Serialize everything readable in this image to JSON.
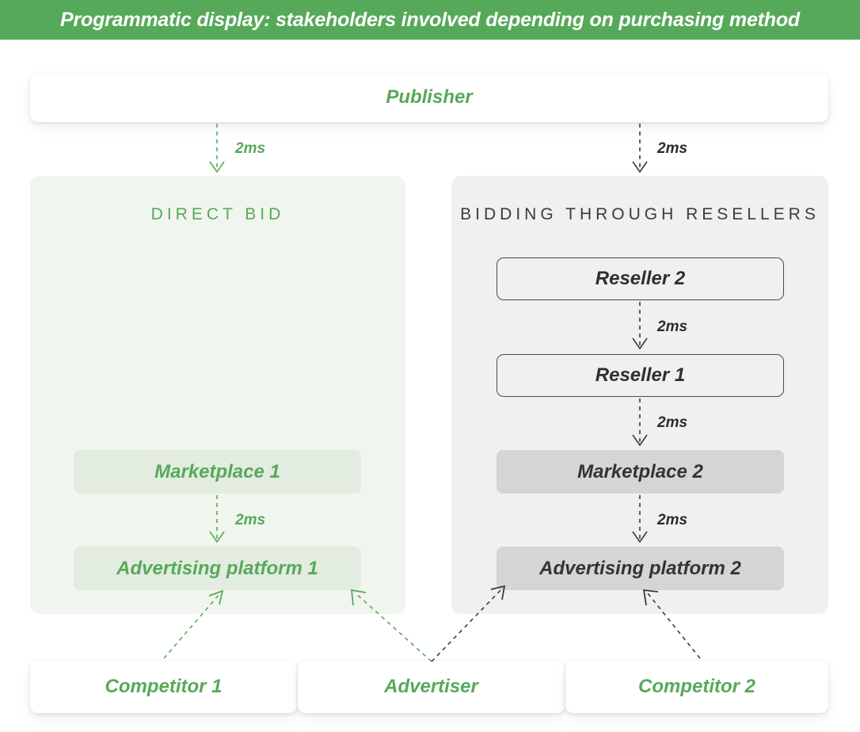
{
  "header": {
    "title": "Programmatic display: stakeholders involved depending on purchasing method",
    "background_color": "#57a95a",
    "text_color": "#ffffff"
  },
  "colors": {
    "green_accent": "#57a95a",
    "panel_left_bg": "#f0f5ee",
    "panel_right_bg": "#f0f0f0",
    "node_green_bg": "#e3ece0",
    "node_gray_bg": "#d5d5d5",
    "dark_text": "#2f2f2f",
    "page_bg": "#ffffff"
  },
  "top": {
    "publisher_label": "Publisher"
  },
  "connectors": {
    "publisher_to_direct_bid": "2ms",
    "publisher_to_resellers": "2ms",
    "reseller2_to_reseller1": "2ms",
    "reseller1_to_marketplace2": "2ms",
    "marketplace2_to_adplatform2": "2ms",
    "marketplace1_to_adplatform1": "2ms"
  },
  "panels": [
    {
      "id": "direct-bid",
      "title": "DIRECT BID",
      "nodes": [
        {
          "id": "marketplace-1",
          "label": "Marketplace 1",
          "style": "fill-green"
        },
        {
          "id": "advertising-platform-1",
          "label": "Advertising platform 1",
          "style": "fill-green"
        }
      ]
    },
    {
      "id": "bidding-through-resellers",
      "title": "BIDDING THROUGH RESELLERS",
      "nodes": [
        {
          "id": "reseller-2",
          "label": "Reseller 2",
          "style": "outline-dark"
        },
        {
          "id": "reseller-1",
          "label": "Reseller 1",
          "style": "outline-dark"
        },
        {
          "id": "marketplace-2",
          "label": "Marketplace 2",
          "style": "fill-gray"
        },
        {
          "id": "advertising-platform-2",
          "label": "Advertising platform 2",
          "style": "fill-gray"
        }
      ]
    }
  ],
  "bottom": {
    "competitor_1": "Competitor 1",
    "advertiser": "Advertiser",
    "competitor_2": "Competitor 2"
  }
}
